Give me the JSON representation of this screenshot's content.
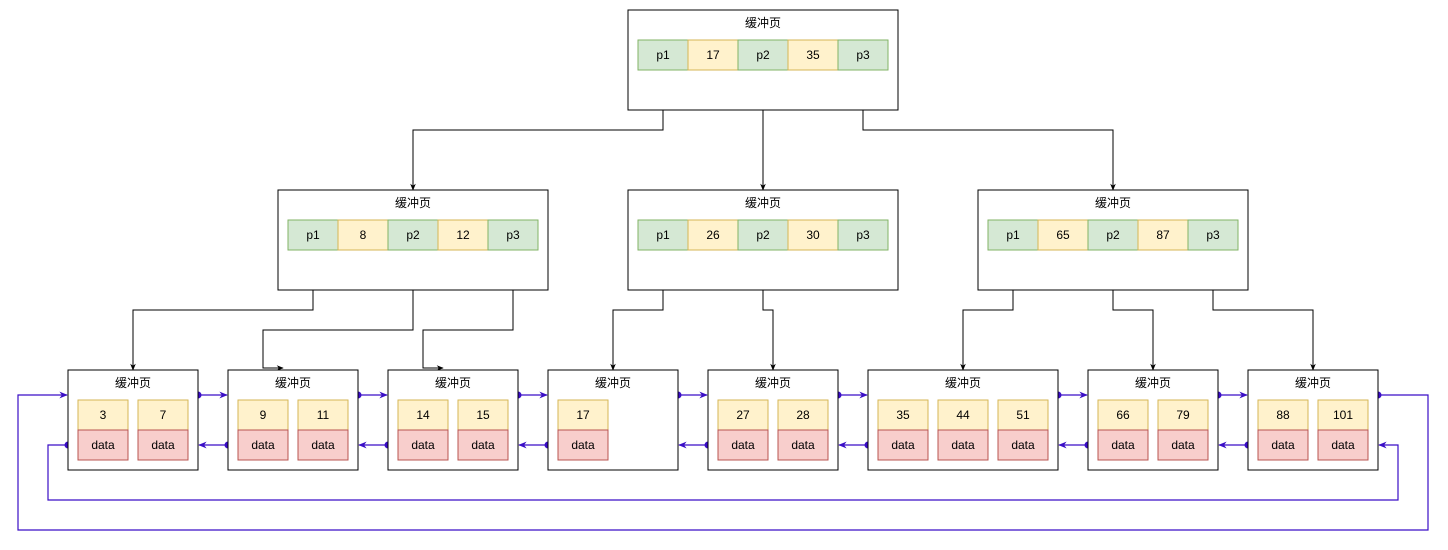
{
  "page_title": "缓冲页",
  "colors": {
    "pointer_fill": "#d5e8d4",
    "pointer_stroke": "#82b366",
    "key_fill": "#fff2cc",
    "key_stroke": "#d6b656",
    "data_fill": "#f8cecc",
    "data_stroke": "#b85450",
    "tree_edge": "#000000",
    "list_link": "#3a0ec6"
  },
  "root": {
    "title": "缓冲页",
    "cells": [
      "p1",
      "17",
      "p2",
      "35",
      "p3"
    ]
  },
  "internal": [
    {
      "title": "缓冲页",
      "cells": [
        "p1",
        "8",
        "p2",
        "12",
        "p3"
      ]
    },
    {
      "title": "缓冲页",
      "cells": [
        "p1",
        "26",
        "p2",
        "30",
        "p3"
      ]
    },
    {
      "title": "缓冲页",
      "cells": [
        "p1",
        "65",
        "p2",
        "87",
        "p3"
      ]
    }
  ],
  "leaves": [
    {
      "title": "缓冲页",
      "entries": [
        {
          "key": "3",
          "value": "data"
        },
        {
          "key": "7",
          "value": "data"
        }
      ]
    },
    {
      "title": "缓冲页",
      "entries": [
        {
          "key": "9",
          "value": "data"
        },
        {
          "key": "11",
          "value": "data"
        }
      ]
    },
    {
      "title": "缓冲页",
      "entries": [
        {
          "key": "14",
          "value": "data"
        },
        {
          "key": "15",
          "value": "data"
        }
      ]
    },
    {
      "title": "缓冲页",
      "entries": [
        {
          "key": "17",
          "value": "data"
        }
      ]
    },
    {
      "title": "缓冲页",
      "entries": [
        {
          "key": "27",
          "value": "data"
        },
        {
          "key": "28",
          "value": "data"
        }
      ]
    },
    {
      "title": "缓冲页",
      "entries": [
        {
          "key": "35",
          "value": "data"
        },
        {
          "key": "44",
          "value": "data"
        },
        {
          "key": "51",
          "value": "data"
        }
      ]
    },
    {
      "title": "缓冲页",
      "entries": [
        {
          "key": "66",
          "value": "data"
        },
        {
          "key": "79",
          "value": "data"
        }
      ]
    },
    {
      "title": "缓冲页",
      "entries": [
        {
          "key": "88",
          "value": "data"
        },
        {
          "key": "101",
          "value": "data"
        }
      ]
    }
  ]
}
